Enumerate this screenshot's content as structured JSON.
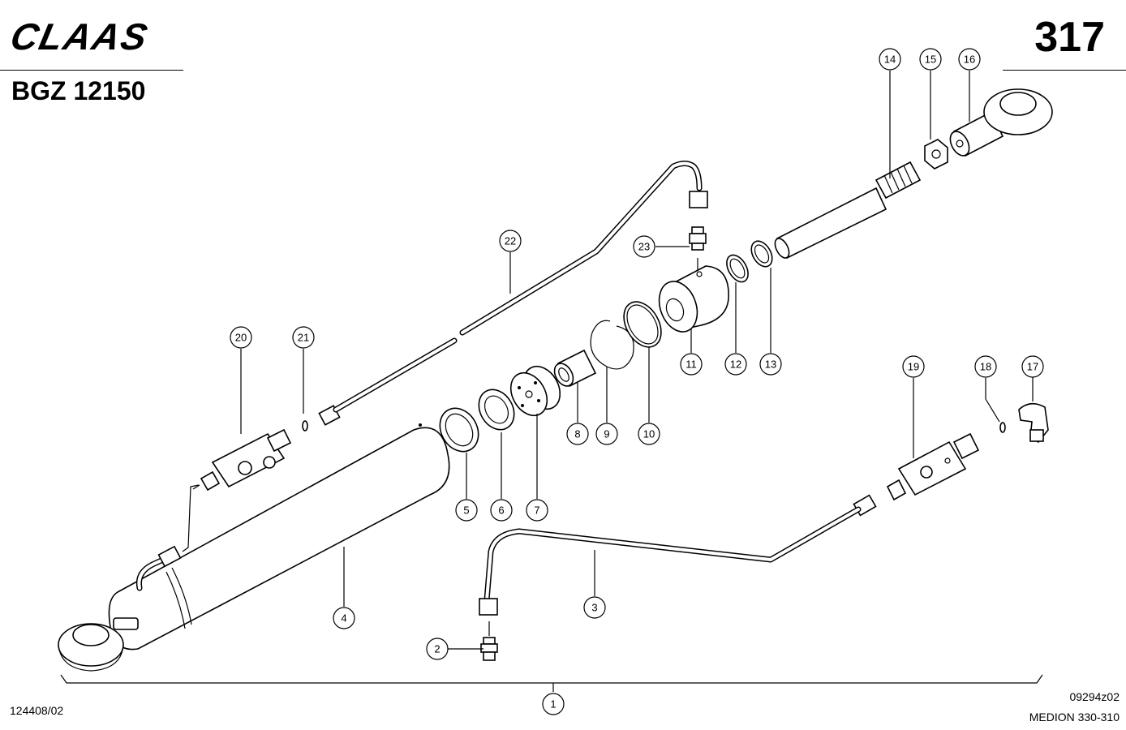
{
  "header": {
    "brand": "CLAAS",
    "page_number": "317",
    "model": "BGZ 12150"
  },
  "footer": {
    "drawing_ref": "124408/02",
    "figure_code": "09294z02",
    "product": "MEDION 330-310"
  },
  "callouts": [
    "1",
    "2",
    "3",
    "4",
    "5",
    "6",
    "7",
    "8",
    "9",
    "10",
    "11",
    "12",
    "13",
    "14",
    "15",
    "16",
    "17",
    "18",
    "19",
    "20",
    "21",
    "22",
    "23"
  ]
}
